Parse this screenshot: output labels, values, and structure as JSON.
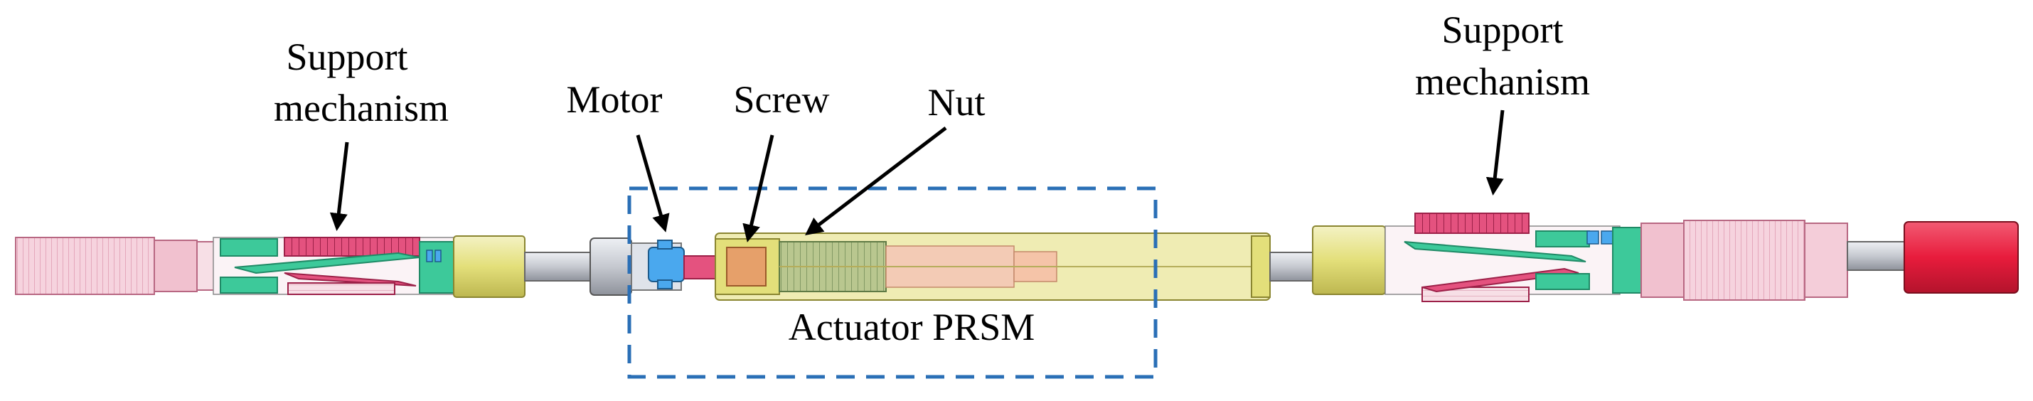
{
  "labels": {
    "support_left_line1": "Support",
    "support_left_line2": "mechanism",
    "motor": "Motor",
    "screw": "Screw",
    "nut": "Nut",
    "support_right_line1": "Support",
    "support_right_line2": "mechanism",
    "actuator": "Actuator PRSM"
  },
  "colors": {
    "pink": "#e4527f",
    "pink_light": "#f2b6c8",
    "green": "#3dc99a",
    "yellow": "#e3df7a",
    "yellow_light": "#efecb3",
    "gray": "#c9ccd3",
    "blue_motor": "#4aa8ee",
    "red_tip": "#e81c3c",
    "dashed_box": "#2a6fb6"
  }
}
